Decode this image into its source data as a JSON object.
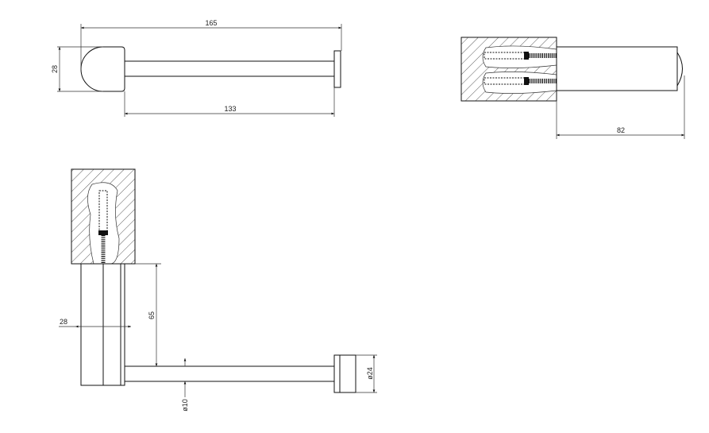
{
  "colors": {
    "line": "#111111",
    "background": "#ffffff"
  },
  "top_view": {
    "overall_length": "165",
    "projection_length": "133",
    "height": "28"
  },
  "side_view": {
    "depth": "82"
  },
  "front_view": {
    "offset": "65",
    "width": "28",
    "rod_diameter": "ø10",
    "cap_diameter": "ø24"
  }
}
